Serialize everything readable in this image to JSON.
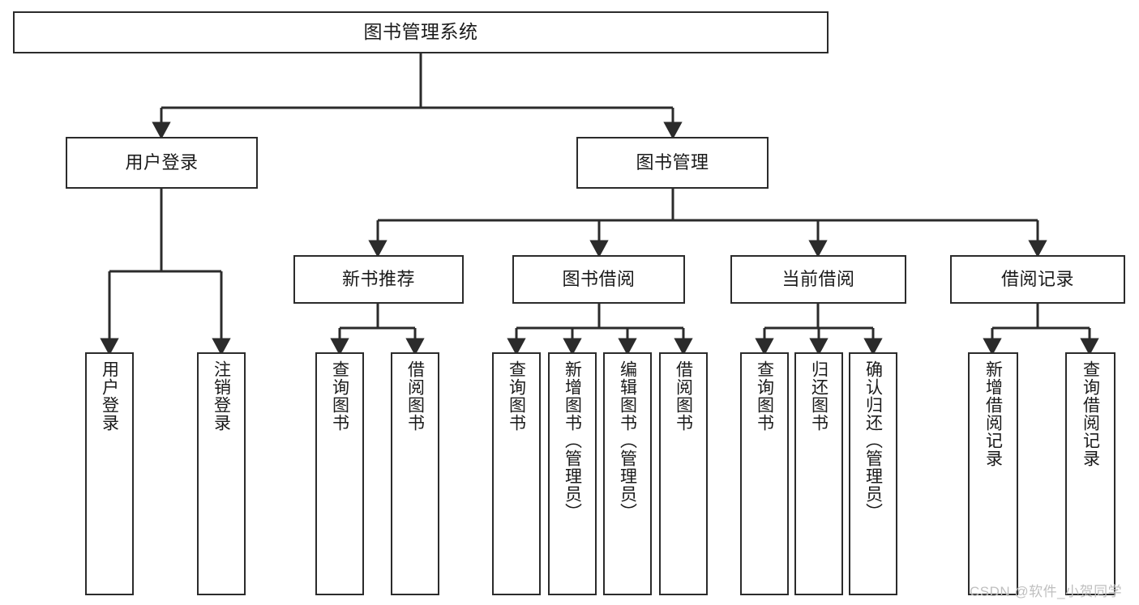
{
  "diagram": {
    "type": "tree-hierarchy",
    "title": "图书管理系统",
    "watermark": "CSDN @软件_小贺同学",
    "stroke_color": "#2b2b2b",
    "fill_color": "#ffffff",
    "text_color": "#1a1a1a",
    "watermark_color": "#bfbfbf",
    "levels": [
      {
        "level": 1,
        "nodes": [
          {
            "id": "root",
            "label": "图书管理系统",
            "orientation": "horizontal"
          }
        ]
      },
      {
        "level": 2,
        "nodes": [
          {
            "id": "user-login",
            "label": "用户登录",
            "orientation": "horizontal",
            "parent": "root"
          },
          {
            "id": "book-manage",
            "label": "图书管理",
            "orientation": "horizontal",
            "parent": "root"
          }
        ]
      },
      {
        "level": 3,
        "nodes": [
          {
            "id": "new-book-rec",
            "label": "新书推荐",
            "orientation": "horizontal",
            "parent": "book-manage"
          },
          {
            "id": "book-borrow",
            "label": "图书借阅",
            "orientation": "horizontal",
            "parent": "book-manage"
          },
          {
            "id": "current-borrow",
            "label": "当前借阅",
            "orientation": "horizontal",
            "parent": "book-manage"
          },
          {
            "id": "borrow-record",
            "label": "借阅记录",
            "orientation": "horizontal",
            "parent": "book-manage"
          }
        ]
      },
      {
        "level": 4,
        "nodes": [
          {
            "id": "leaf-user-login",
            "label": "用户登录",
            "orientation": "vertical",
            "parent": "user-login"
          },
          {
            "id": "leaf-user-logout",
            "label": "注销登录",
            "orientation": "vertical",
            "parent": "user-login"
          },
          {
            "id": "leaf-rec-query",
            "label": "查询图书",
            "orientation": "vertical",
            "parent": "new-book-rec"
          },
          {
            "id": "leaf-rec-borrow",
            "label": "借阅图书",
            "orientation": "vertical",
            "parent": "new-book-rec"
          },
          {
            "id": "leaf-borrow-query",
            "label": "查询图书",
            "orientation": "vertical",
            "parent": "book-borrow"
          },
          {
            "id": "leaf-borrow-add",
            "label": "新增图书（管理员）",
            "orientation": "vertical",
            "parent": "book-borrow"
          },
          {
            "id": "leaf-borrow-edit",
            "label": "编辑图书（管理员）",
            "orientation": "vertical",
            "parent": "book-borrow"
          },
          {
            "id": "leaf-borrow-lend",
            "label": "借阅图书",
            "orientation": "vertical",
            "parent": "book-borrow"
          },
          {
            "id": "leaf-current-query",
            "label": "查询图书",
            "orientation": "vertical",
            "parent": "current-borrow"
          },
          {
            "id": "leaf-current-return",
            "label": "归还图书",
            "orientation": "vertical",
            "parent": "current-borrow"
          },
          {
            "id": "leaf-current-confirm",
            "label": "确认归还（管理员）",
            "orientation": "vertical",
            "parent": "current-borrow"
          },
          {
            "id": "leaf-record-add",
            "label": "新增借阅记录",
            "orientation": "vertical",
            "parent": "borrow-record"
          },
          {
            "id": "leaf-record-query",
            "label": "查询借阅记录",
            "orientation": "vertical",
            "parent": "borrow-record"
          }
        ]
      }
    ]
  }
}
